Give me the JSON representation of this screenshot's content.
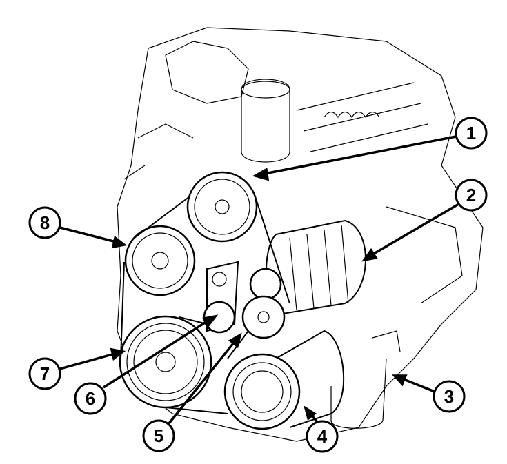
{
  "diagram": {
    "colors": {
      "line": "#000000",
      "background": "#ffffff"
    },
    "callouts": [
      {
        "label": "1"
      },
      {
        "label": "2"
      },
      {
        "label": "3"
      },
      {
        "label": "4"
      },
      {
        "label": "5"
      },
      {
        "label": "6"
      },
      {
        "label": "7"
      },
      {
        "label": "8"
      }
    ]
  }
}
